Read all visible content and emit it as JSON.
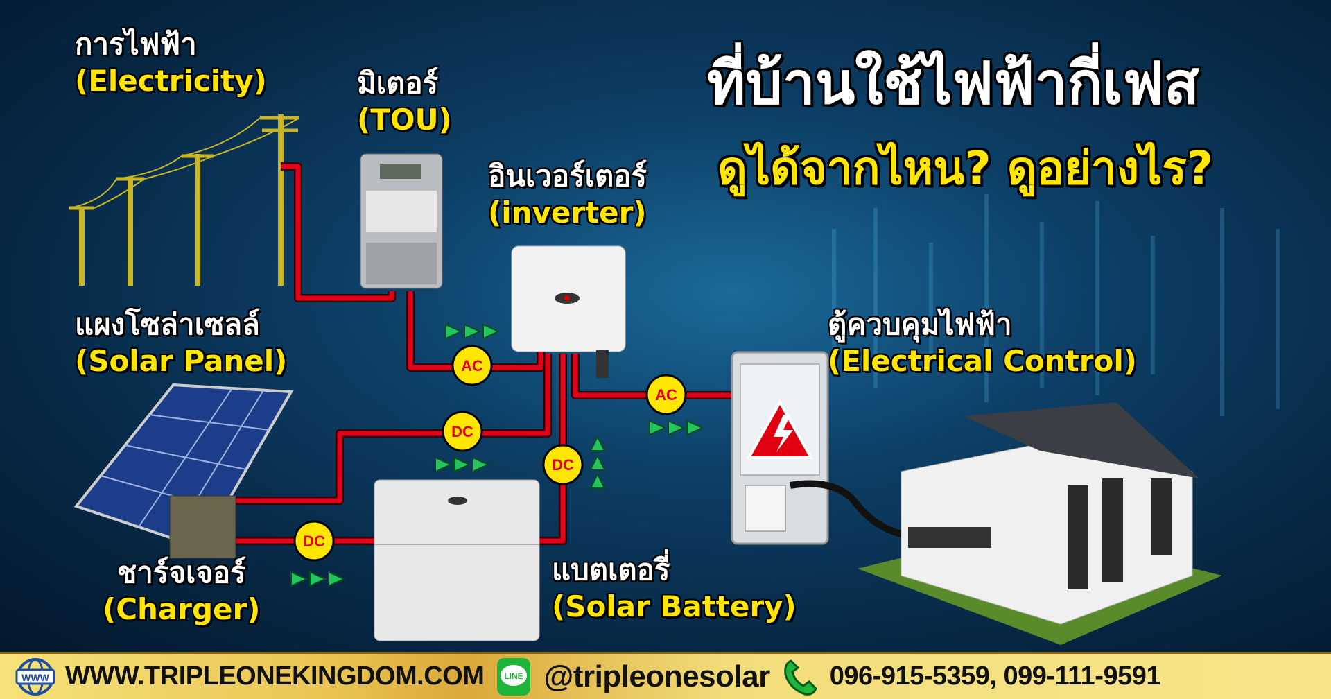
{
  "title": {
    "line1": "ที่บ้านใช้ไฟฟ้ากี่เฟส",
    "line2": "ดูได้จากไหน? ดูอย่างไร?"
  },
  "components": {
    "electricity": {
      "th": "การไฟฟ้า",
      "en": "(Electricity)"
    },
    "meter": {
      "th": "มิเตอร์",
      "en": "(TOU)"
    },
    "inverter": {
      "th": "อินเวอร์เตอร์",
      "en": "(inverter)"
    },
    "solar_panel": {
      "th": "แผงโซล่าเซลล์",
      "en": "(Solar Panel)"
    },
    "control": {
      "th": "ตู้ควบคุมไฟฟ้า",
      "en": "(Electrical Control)"
    },
    "charger": {
      "th": "ชาร์จเจอร์",
      "en": "(Charger)"
    },
    "battery": {
      "th": "แบตเตอรี่",
      "en": "(Solar Battery)"
    }
  },
  "badges": {
    "ac1": "AC",
    "dc1": "DC",
    "dc2": "DC",
    "ac2": "AC",
    "dc3": "DC"
  },
  "footer": {
    "website": "WWW.TRIPLEONEKINGDOM.COM",
    "www_icon_text": "WWW",
    "line_icon_text": "LINE",
    "line_id": "@tripleonesolar",
    "phones": "096-915-5359, 099-111-9591"
  },
  "colors": {
    "wire": "#e3001b",
    "badge": "#ffe600",
    "arrow": "#22c55e",
    "title_accent": "#ffe600"
  }
}
